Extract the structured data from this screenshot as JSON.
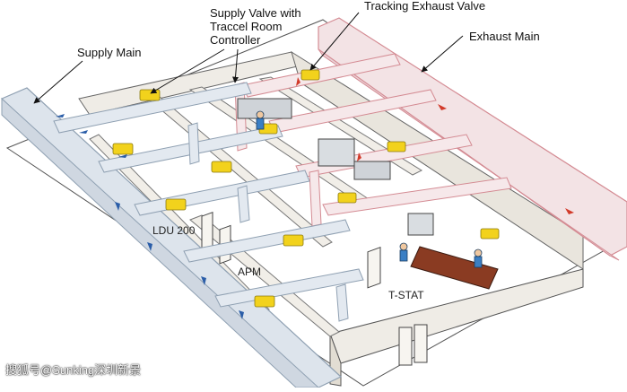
{
  "labels": {
    "supply_main": "Supply Main",
    "supply_valve_line1": "Supply Valve with",
    "supply_valve_line2": "Traccel Room",
    "supply_valve_line3": "Controller",
    "tracking_exhaust_valve": "Tracking Exhaust Valve",
    "exhaust_main": "Exhaust Main",
    "ldu": "LDU 200",
    "apm": "APM",
    "tstat": "T-STAT"
  },
  "watermark": "搜狐号@Sunking深圳新景",
  "colors": {
    "supply_duct": "#dde4ec",
    "supply_duct_edge": "#8fa0b2",
    "exhaust_duct": "#f3e3e5",
    "exhaust_duct_edge": "#d48b93",
    "valve": "#f2d21c",
    "arrow_supply": "#2a5da8",
    "arrow_exhaust": "#d23a2a",
    "wall_top": "#efece6",
    "floor": "#ffffff",
    "table": "#8a3b22"
  },
  "icons": [
    "supply-valve-icon",
    "exhaust-valve-icon",
    "flow-arrow-icon",
    "door-icon",
    "workbench-icon",
    "person-icon"
  ]
}
